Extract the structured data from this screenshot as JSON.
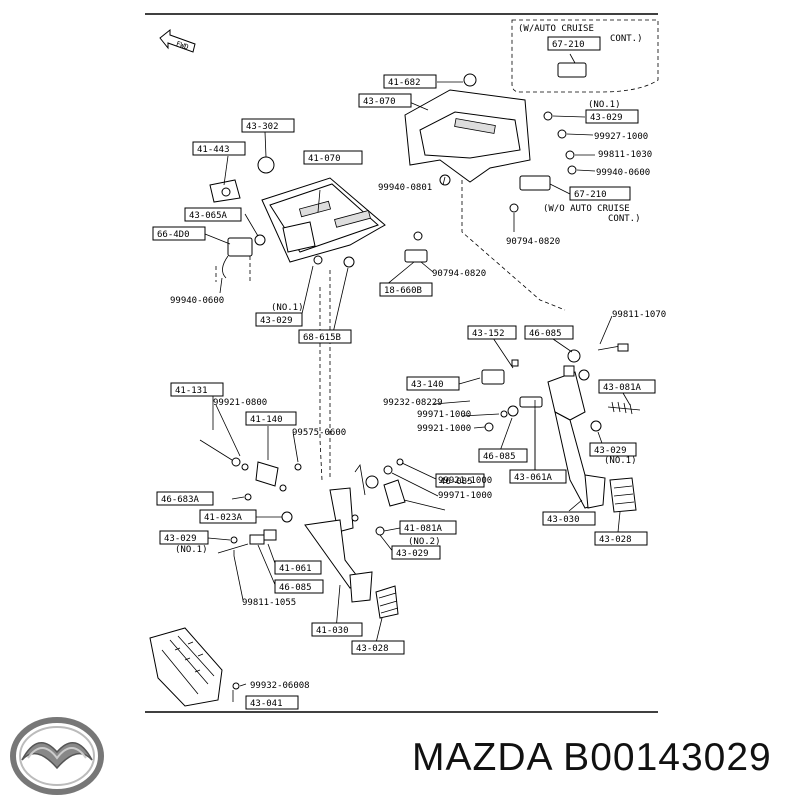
{
  "diagram": {
    "direction_label": "FWD",
    "auto_cruise_note_line1": "(W/AUTO CRUISE",
    "auto_cruise_note_line2": "CONT.)",
    "no_auto_cruise_note_line1": "(W/O AUTO CRUISE",
    "no_auto_cruise_note_line2": "CONT.)",
    "boxed_parts": [
      {
        "id": "b1",
        "text": "67-210"
      },
      {
        "id": "b2",
        "text": "41-682"
      },
      {
        "id": "b3",
        "text": "43-070"
      },
      {
        "id": "b4",
        "text": "43-029"
      },
      {
        "id": "b5",
        "text": "43-302"
      },
      {
        "id": "b6",
        "text": "41-443"
      },
      {
        "id": "b7",
        "text": "41-070"
      },
      {
        "id": "b8",
        "text": "67-210"
      },
      {
        "id": "b9",
        "text": "43-065A"
      },
      {
        "id": "b10",
        "text": "66-4D0"
      },
      {
        "id": "b11",
        "text": "18-660B"
      },
      {
        "id": "b12",
        "text": "43-029"
      },
      {
        "id": "b13",
        "text": "68-615B"
      },
      {
        "id": "b14",
        "text": "43-152"
      },
      {
        "id": "b15",
        "text": "46-085"
      },
      {
        "id": "b16",
        "text": "43-140"
      },
      {
        "id": "b17",
        "text": "43-081A"
      },
      {
        "id": "b18",
        "text": "41-131"
      },
      {
        "id": "b19",
        "text": "41-140"
      },
      {
        "id": "b20",
        "text": "43-029"
      },
      {
        "id": "b21",
        "text": "46-085"
      },
      {
        "id": "b22",
        "text": "43-061A"
      },
      {
        "id": "b23",
        "text": "46-683A"
      },
      {
        "id": "b24",
        "text": "46-085"
      },
      {
        "id": "b25",
        "text": "41-023A"
      },
      {
        "id": "b26",
        "text": "41-081A"
      },
      {
        "id": "b27",
        "text": "43-030"
      },
      {
        "id": "b28",
        "text": "43-029"
      },
      {
        "id": "b29",
        "text": "43-029"
      },
      {
        "id": "b30",
        "text": "43-028"
      },
      {
        "id": "b31",
        "text": "41-061"
      },
      {
        "id": "b32",
        "text": "46-085"
      },
      {
        "id": "b33",
        "text": "41-030"
      },
      {
        "id": "b34",
        "text": "43-028"
      },
      {
        "id": "b35",
        "text": "43-041"
      }
    ],
    "plain_labels": [
      {
        "id": "t1",
        "text": "(NO.1)"
      },
      {
        "id": "t2",
        "text": "99927-1000"
      },
      {
        "id": "t3",
        "text": "99811-1030"
      },
      {
        "id": "t4",
        "text": "99940-0600"
      },
      {
        "id": "t5",
        "text": "99940-0801"
      },
      {
        "id": "t6",
        "text": "90794-0820"
      },
      {
        "id": "t7",
        "text": "90794-0820"
      },
      {
        "id": "t8",
        "text": "99940-0600"
      },
      {
        "id": "t9",
        "text": "(NO.1)"
      },
      {
        "id": "t10",
        "text": "99811-1070"
      },
      {
        "id": "t11",
        "text": "99232-08229"
      },
      {
        "id": "t12",
        "text": "99971-1000"
      },
      {
        "id": "t13",
        "text": "99921-1000"
      },
      {
        "id": "t14",
        "text": "(NO.1)"
      },
      {
        "id": "t15",
        "text": "99921-0800"
      },
      {
        "id": "t16",
        "text": "99575-0600"
      },
      {
        "id": "t17",
        "text": "99921-1000"
      },
      {
        "id": "t18",
        "text": "99971-1000"
      },
      {
        "id": "t19",
        "text": "(NO.1)"
      },
      {
        "id": "t20",
        "text": "(NO.2)"
      },
      {
        "id": "t21",
        "text": "99811-1055"
      },
      {
        "id": "t22",
        "text": "99932-06008"
      }
    ]
  },
  "footer": {
    "brand_text": "MAZDA B00143029"
  }
}
